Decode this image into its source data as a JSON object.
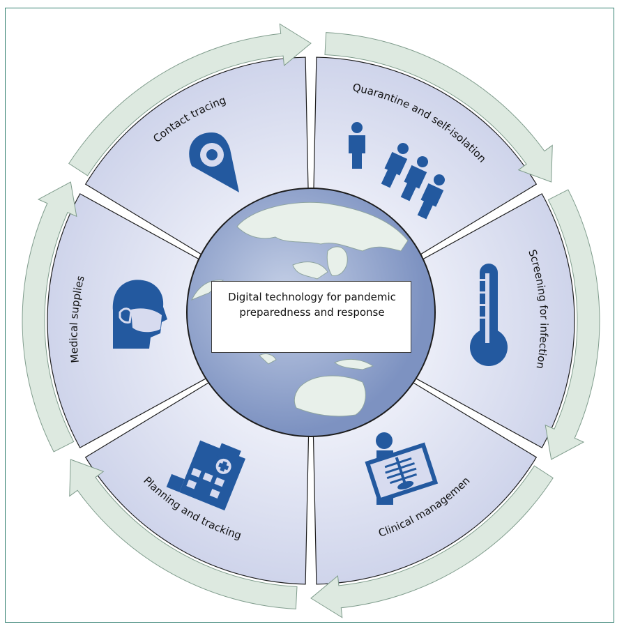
{
  "center": {
    "title_line1": "Digital technology for pandemic",
    "title_line2": "preparedness and response"
  },
  "segments": [
    {
      "label": "Contact tracing",
      "icon": "location-pin-icon"
    },
    {
      "label": "Quarantine and self-isolation",
      "icon": "people-icon"
    },
    {
      "label": "Screening for infection",
      "icon": "thermometer-icon"
    },
    {
      "label": "Clinical management",
      "icon": "xray-icon"
    },
    {
      "label": "Planning and tracking",
      "icon": "hospital-icon"
    },
    {
      "label": "Medical supplies",
      "icon": "face-mask-icon"
    }
  ],
  "colors": {
    "segment_fill": "#d7dbef",
    "icon": "#23599f",
    "arrow_fill": "#dde9e0",
    "arrow_stroke": "#7f9c8c",
    "globe_ocean": "#9aabcf",
    "globe_land": "#e8f0ea",
    "frame": "#2f7d6e"
  }
}
